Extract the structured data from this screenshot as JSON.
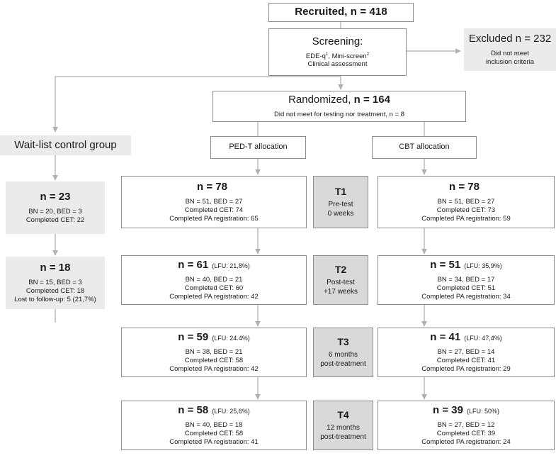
{
  "figure": {
    "type": "consort-flow-diagram",
    "colors": {
      "box_border": "#8c8c8c",
      "light_gray_fill": "#ebebeb",
      "mid_gray_fill": "#d9d9d9",
      "connector": "#b0b0b0",
      "text": "#1a1a1a"
    }
  },
  "nodes": {
    "recruited": {
      "title": "Recruited, n = 418"
    },
    "screening": {
      "title": "Screening:",
      "line1_pre": "EDE-q",
      "line1_sup1": "1",
      "line1_mid": ", Mini-screen",
      "line1_sup2": "2",
      "line2": "Clinical assessment"
    },
    "excluded": {
      "title": "Excluded n = 232",
      "line1": "Did not meet",
      "line2": "inclusion criteria"
    },
    "randomized": {
      "title_pre": "Randomized, ",
      "title_bold": "n = 164",
      "subtitle": "Did not meet for testing nor treatment, n = 8"
    },
    "waitlist_header": {
      "title": "Wait-list control group"
    },
    "pedt_allocation": {
      "title": "PED-T allocation"
    },
    "cbt_allocation": {
      "title": "CBT allocation"
    }
  },
  "timepoints": [
    {
      "id": "T1",
      "label": "T1",
      "line1": "Pre-test",
      "line2": "0 weeks"
    },
    {
      "id": "T2",
      "label": "T2",
      "line1": "Post-test",
      "line2": "+17 weeks"
    },
    {
      "id": "T3",
      "label": "T3",
      "line1": "6 months",
      "line2": "post-treatment"
    },
    {
      "id": "T4",
      "label": "T4",
      "line1": "12 months",
      "line2": "post-treatment"
    }
  ],
  "waitlist": [
    {
      "timepoint": "T1",
      "n": "n = 23",
      "lfu": "",
      "line1": "BN = 20, BED = 3",
      "line2": "Completed CET: 22",
      "line3": "",
      "line4": ""
    },
    {
      "timepoint": "T2",
      "n": "n = 18",
      "lfu": "",
      "line1": "BN = 15, BED = 3",
      "line2": "Completed CET: 18",
      "line3": "Lost to follow-up:  5 (21,7%)",
      "line4": ""
    }
  ],
  "pedt": [
    {
      "timepoint": "T1",
      "n": "n = 78",
      "lfu": "",
      "line1": "BN = 51, BED = 27",
      "line2": "Completed CET: 74",
      "line3": "Completed PA registration: 65"
    },
    {
      "timepoint": "T2",
      "n": "n = 61",
      "lfu": "(LFU: 21,8%)",
      "line1": "BN = 40, BED = 21",
      "line2": "Completed CET: 60",
      "line3": "Completed PA registration: 42"
    },
    {
      "timepoint": "T3",
      "n": "n = 59",
      "lfu": "(LFU: 24.4%)",
      "line1": "BN = 38, BED = 21",
      "line2": "Completed CET: 58",
      "line3": "Completed PA registration: 42"
    },
    {
      "timepoint": "T4",
      "n": "n = 58",
      "lfu": "(LFU: 25,6%)",
      "line1": "BN = 40, BED = 18",
      "line2": "Completed CET: 58",
      "line3": "Completed PA registration: 41"
    }
  ],
  "cbt": [
    {
      "timepoint": "T1",
      "n": "n = 78",
      "lfu": "",
      "line1": "BN = 51, BED = 27",
      "line2": "Completed CET: 73",
      "line3": "Completed PA registration: 59"
    },
    {
      "timepoint": "T2",
      "n": "n = 51",
      "lfu": "(LFU: 35,9%)",
      "line1": "BN = 34, BED = 17",
      "line2": "Completed CET: 51",
      "line3": "Completed PA registration: 34"
    },
    {
      "timepoint": "T3",
      "n": "n = 41",
      "lfu": "(LFU: 47,4%)",
      "line1": "BN = 27, BED = 14",
      "line2": "Completed CET: 41",
      "line3": "Completed PA registration: 29"
    },
    {
      "timepoint": "T4",
      "n": "n = 39",
      "lfu": "(LFU: 50%)",
      "line1": "BN = 27, BED = 12",
      "line2": "Completed CET: 39",
      "line3": "Completed PA registration: 24"
    }
  ]
}
